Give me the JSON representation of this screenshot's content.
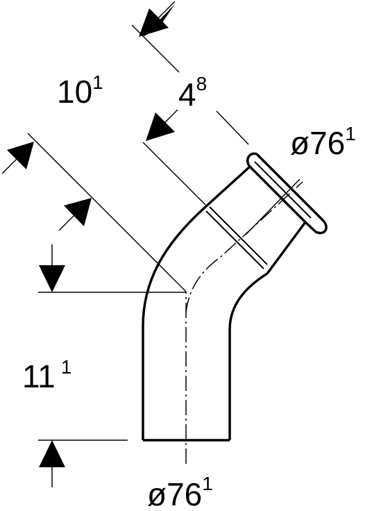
{
  "dimensions": {
    "length_diag": {
      "main": "10",
      "sup": "1"
    },
    "socket_depth": {
      "main": "4",
      "sup": "8"
    },
    "outer_diameter_top": {
      "main": "ø76",
      "sup": "1"
    },
    "length_vertical": {
      "main": "11",
      "sup": "1"
    },
    "outer_diameter_bottom": {
      "main": "ø76",
      "sup": "1"
    }
  }
}
